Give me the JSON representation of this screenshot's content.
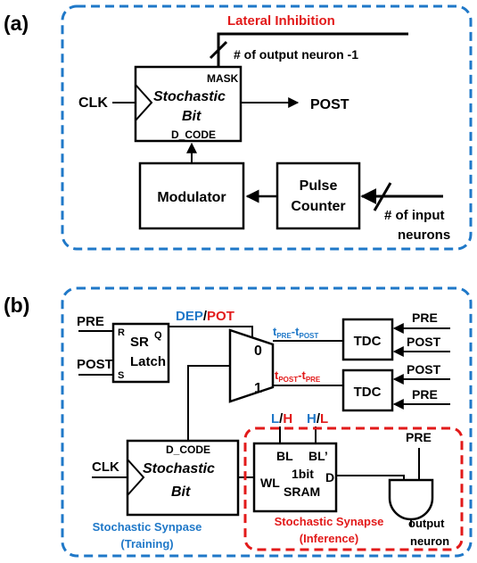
{
  "colors": {
    "blue": "#1f78c8",
    "red": "#e21a1a",
    "dashed_blue": "#1f78c8",
    "black": "#000000"
  },
  "panel_a": {
    "label": "(a)",
    "lateral_inhibition": "Lateral Inhibition",
    "output_bus_label": "# of output neuron -1",
    "mask": "MASK",
    "clk": "CLK",
    "stochastic": "Stochastic",
    "bit": "Bit",
    "d_code": "D_CODE",
    "post": "POST",
    "modulator": "Modulator",
    "pulse": "Pulse",
    "counter": "Counter",
    "input_line1": "# of input",
    "input_line2": "neurons"
  },
  "panel_b": {
    "label": "(b)",
    "pre": "PRE",
    "post": "POST",
    "sr_r": "R",
    "sr_sr": "SR",
    "sr_q": "Q",
    "sr_latch": "Latch",
    "sr_s": "S",
    "dep": "DEP",
    "slash": "/",
    "pot": "POT",
    "mux0": "0",
    "mux1": "1",
    "t": "t",
    "sub_pre": "PRE",
    "sub_post": "POST",
    "minus": "-",
    "tdc": "TDC",
    "tdc1_in1": "PRE",
    "tdc1_in2": "POST",
    "tdc2_in1": "POST",
    "tdc2_in2": "PRE",
    "d_code": "D_CODE",
    "clk": "CLK",
    "stochastic": "Stochastic",
    "bit": "Bit",
    "l": "L",
    "h": "H",
    "bl": "BL",
    "blb": "BL’",
    "sram_d": "D",
    "sram_1bit": "1bit",
    "sram_wl": "WL",
    "sram_label": "SRAM",
    "and_pre": "PRE",
    "output": "output",
    "neuron": "neuron",
    "training_line1": "Stochastic Synpase",
    "training_line2": "(Training)",
    "inference_line1": "Stochastic Synapse",
    "inference_line2": "(Inference)"
  }
}
